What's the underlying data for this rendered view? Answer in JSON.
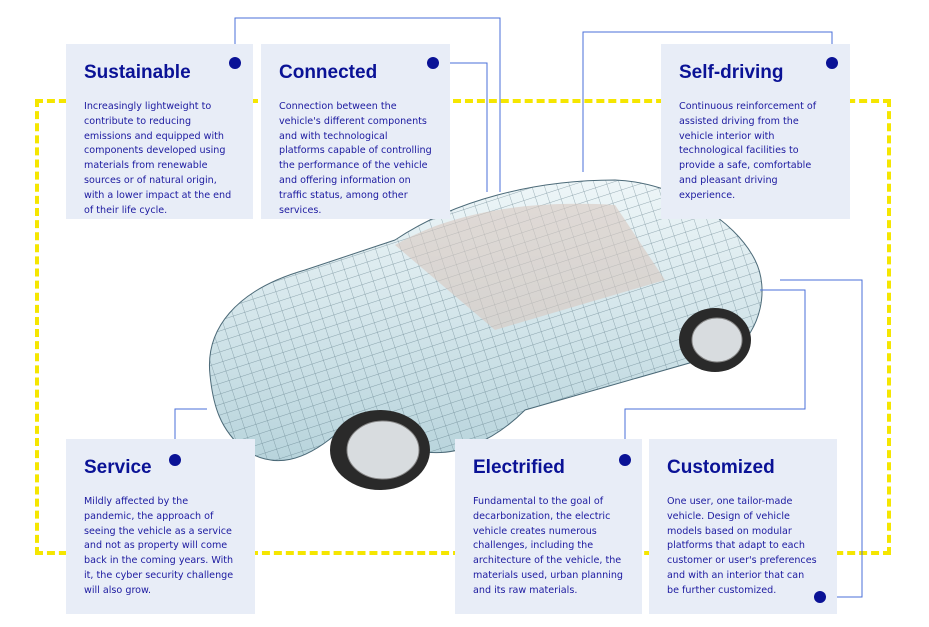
{
  "colors": {
    "accent": "#0a1296",
    "card_bg": "#e8edf7",
    "frame": "#f5e600",
    "connector": "#4a6fd8"
  },
  "cards": [
    {
      "title": "Sustainable",
      "text": "Increasingly lightweight to contribute to reducing emissions and equipped with components developed using materials from renewable sources or of natural origin, with a lower impact at the end of their life cycle."
    },
    {
      "title": "Connected",
      "text": "Connection between the vehicle's different components and with technological platforms capable of controlling the performance of the vehicle and offering information on traffic status, among other services."
    },
    {
      "title": "Self-driving",
      "text": "Continuous reinforcement of assisted driving from the vehicle interior with technological facilities to provide a safe, comfortable and pleasant driving experience."
    },
    {
      "title": "Service",
      "text": "Mildly affected by the pandemic, the approach of seeing the vehicle as a service and not as property will come back in the coming years. With it, the cyber security challenge will also grow."
    },
    {
      "title": "Electrified",
      "text": "Fundamental to the goal of decarbonization, the electric vehicle creates numerous challenges, including the architecture of the vehicle, the materials used, urban planning and its raw materials."
    },
    {
      "title": "Customized",
      "text": "One user, one tailor-made vehicle. Design of vehicle models based on modular platforms that adapt to each customer or user's preferences and with an interior that can be further customized."
    }
  ]
}
